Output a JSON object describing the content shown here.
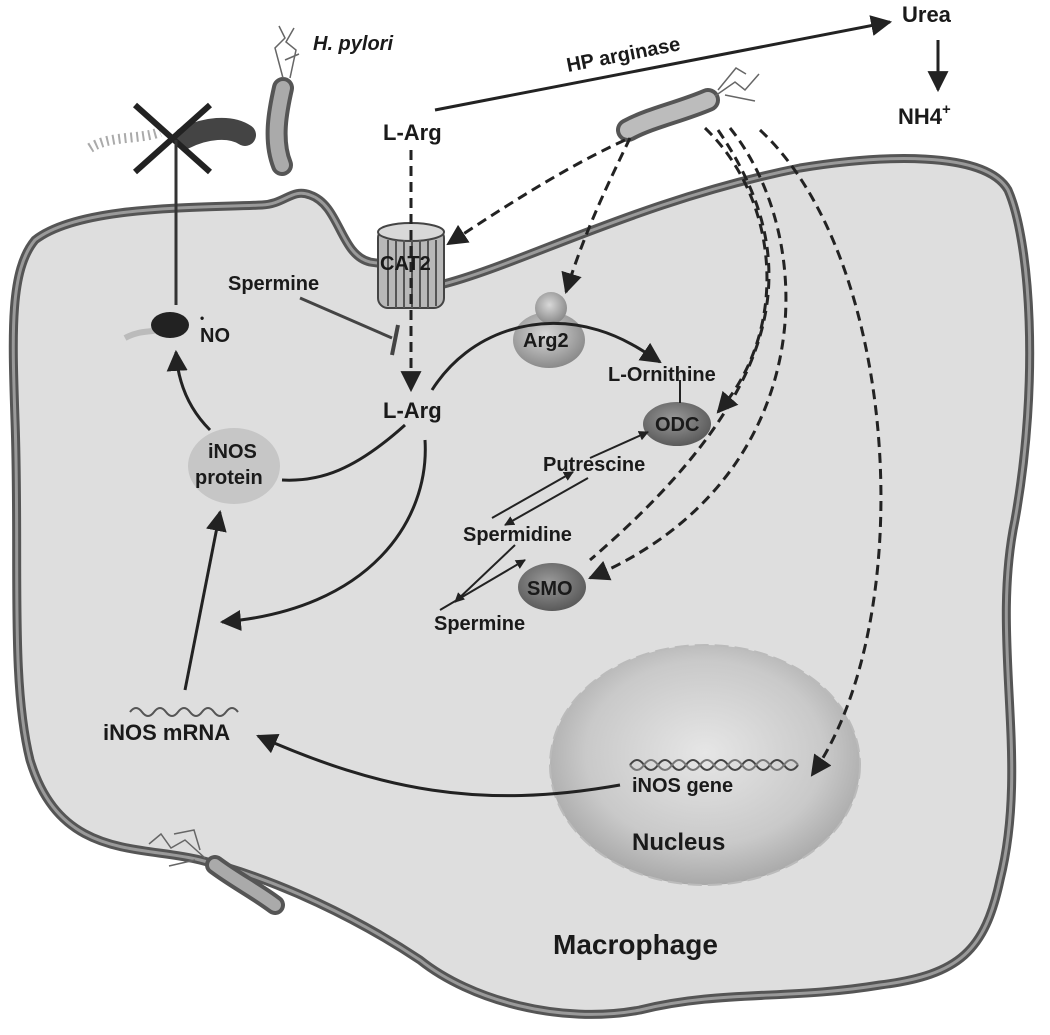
{
  "labels": {
    "hpylori": "H. pylori",
    "hp_arginase": "HP arginase",
    "urea": "Urea",
    "nh4": "NH4",
    "nh4_sup": "+",
    "larg_out": "L-Arg",
    "cat2": "CAT2",
    "spermine_inhib": "Spermine",
    "no": "NO",
    "no_dot": "•",
    "larg_in": "L-Arg",
    "arg2": "Arg2",
    "lornithine": "L-Ornithine",
    "odc": "ODC",
    "putrescine": "Putrescine",
    "spermidine": "Spermidine",
    "smo": "SMO",
    "spermine_cycle": "Spermine",
    "inos_protein_1": "iNOS",
    "inos_protein_2": "protein",
    "inos_mrna": "iNOS mRNA",
    "inos_gene": "iNOS gene",
    "nucleus": "Nucleus",
    "macrophage": "Macrophage"
  }
}
